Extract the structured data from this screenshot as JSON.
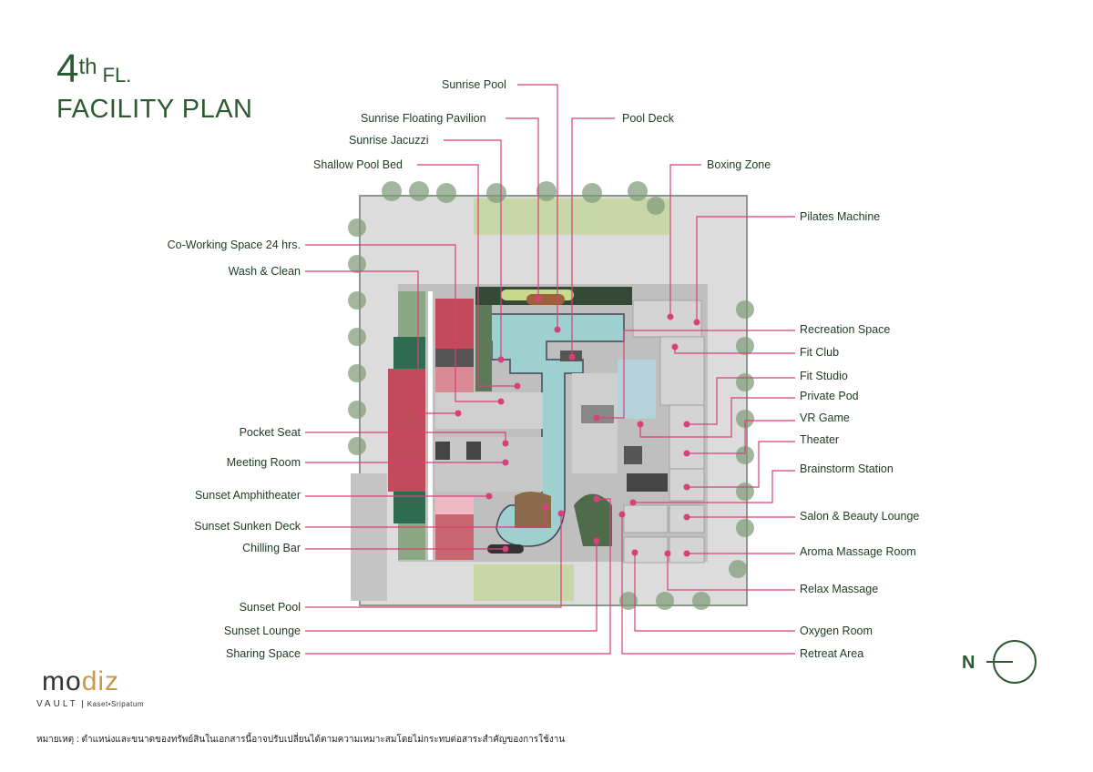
{
  "title": {
    "floor_number": "4",
    "floor_suffix": "th",
    "floor_abbrev": "FL.",
    "subtitle": "FACILITY PLAN"
  },
  "labels": {
    "top": [
      "Sunrise Pool",
      "Sunrise Floating Pavilion",
      "Pool Deck",
      "Sunrise Jacuzzi",
      "Shallow Pool Bed",
      "Boxing Zone",
      "Pilates Machine"
    ],
    "left": [
      "Co-Working Space 24 hrs.",
      "Wash & Clean",
      "Pocket Seat",
      "Meeting Room",
      "Sunset Amphitheater",
      "Sunset Sunken Deck",
      "Chilling Bar",
      "Sunset Pool",
      "Sunset Lounge",
      "Sharing Space"
    ],
    "right": [
      "Recreation Space",
      "Fit Club",
      "Fit Studio",
      "Private Pod",
      "VR Game",
      "Theater",
      "Brainstorm Station",
      "Salon & Beauty Lounge",
      "Aroma Massage Room",
      "Relax Massage",
      "Oxygen Room",
      "Retreat Area"
    ]
  },
  "brand": {
    "logo_main": "mo",
    "logo_accent": "diz",
    "sub_brand": "VAULT",
    "location": "Kaset•Sripatum"
  },
  "north_label": "N",
  "note": "หมายเหตุ : ตำแหน่งและขนาดของทรัพย์สินในเอกสารนี้อาจปรับเปลี่ยนได้ตามความเหมาะสมโดยไม่กระทบต่อสาระสำคัญของการใช้งาน",
  "colors": {
    "title": "#2d5a32",
    "leader": "#d6417a",
    "unit_red": "#c24a5a",
    "unit_green": "#2e6b50",
    "pool": "#9fd0d0"
  }
}
